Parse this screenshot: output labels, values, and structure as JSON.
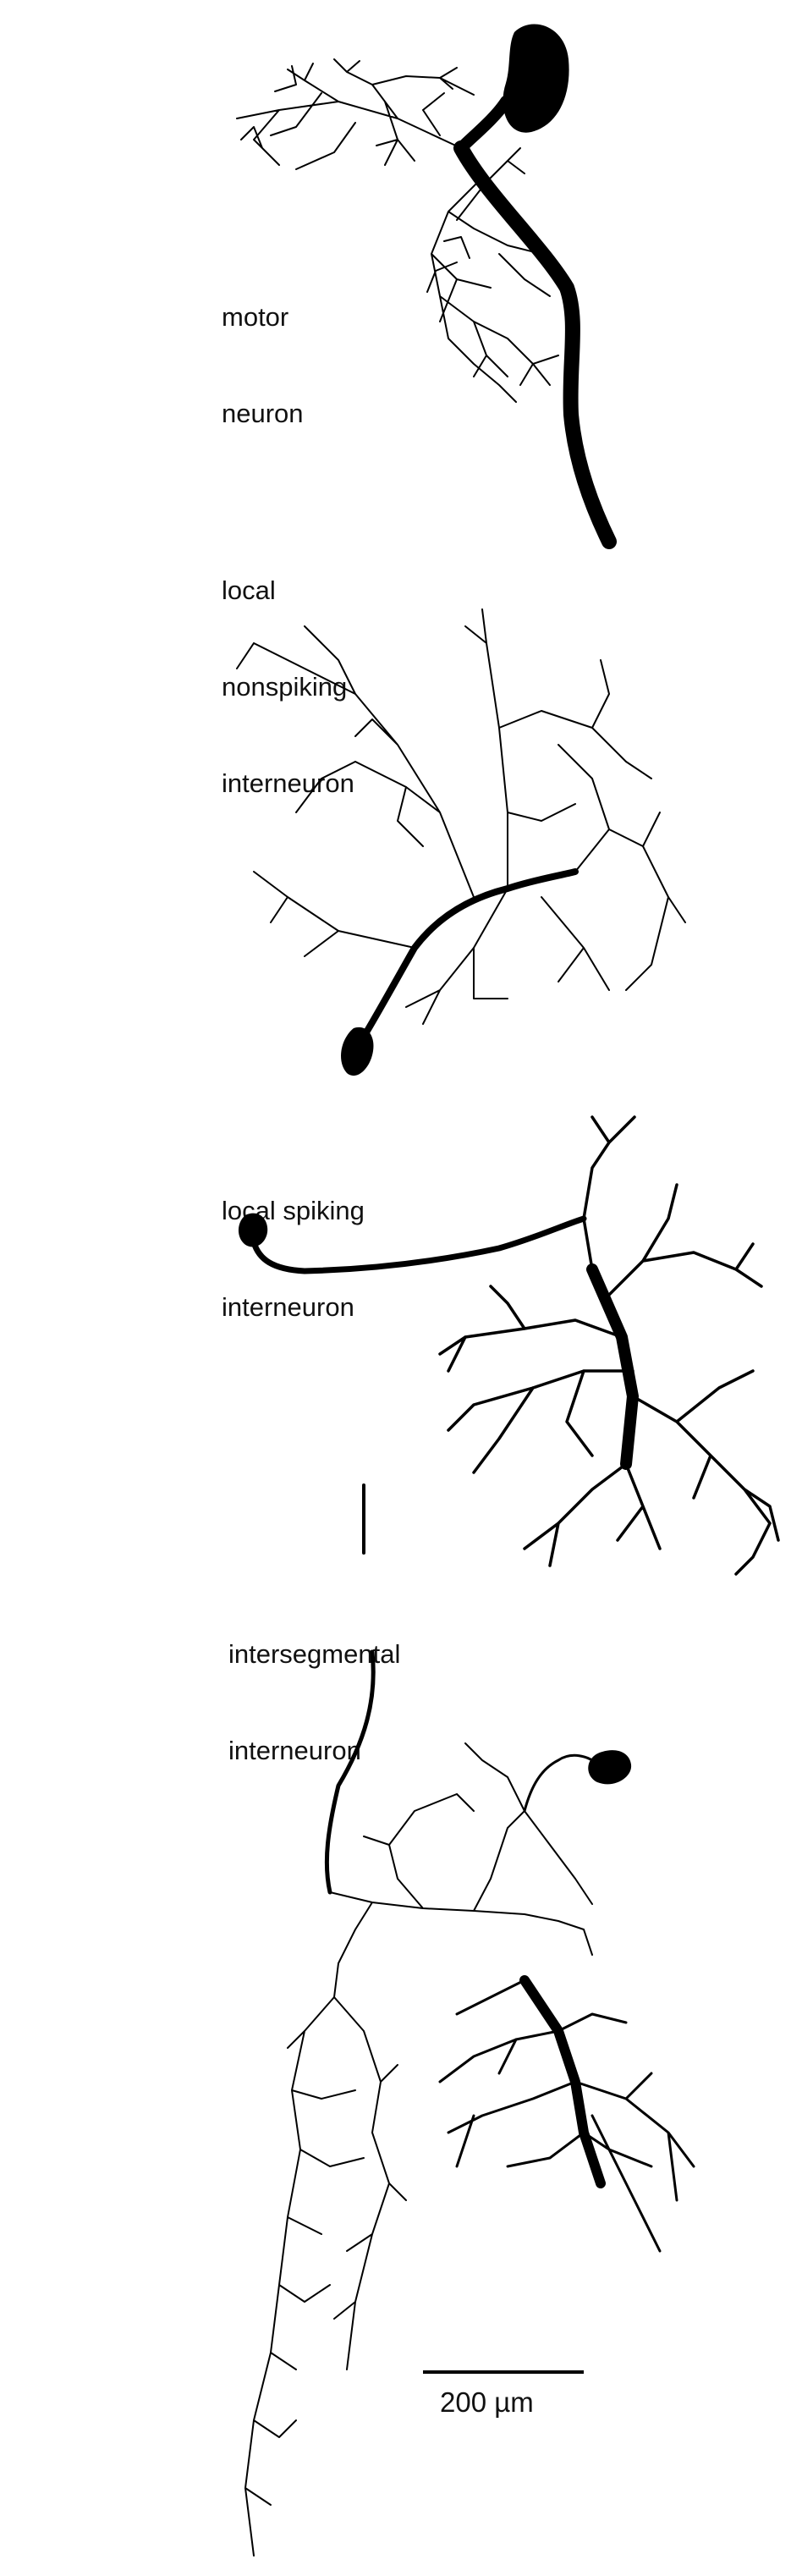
{
  "figure": {
    "labels": {
      "motor": [
        "motor",
        "neuron"
      ],
      "local_nonspiking": [
        "local",
        "nonspiking",
        "interneuron"
      ],
      "local_spiking": [
        "local spiking",
        "interneuron"
      ],
      "intersegmental": [
        "intersegmental",
        "interneuron"
      ]
    },
    "scale_bar": {
      "value": 200,
      "unit": "µm",
      "text": "200 µm"
    },
    "colors": {
      "ink": "#000000",
      "background": "#ffffff"
    }
  }
}
